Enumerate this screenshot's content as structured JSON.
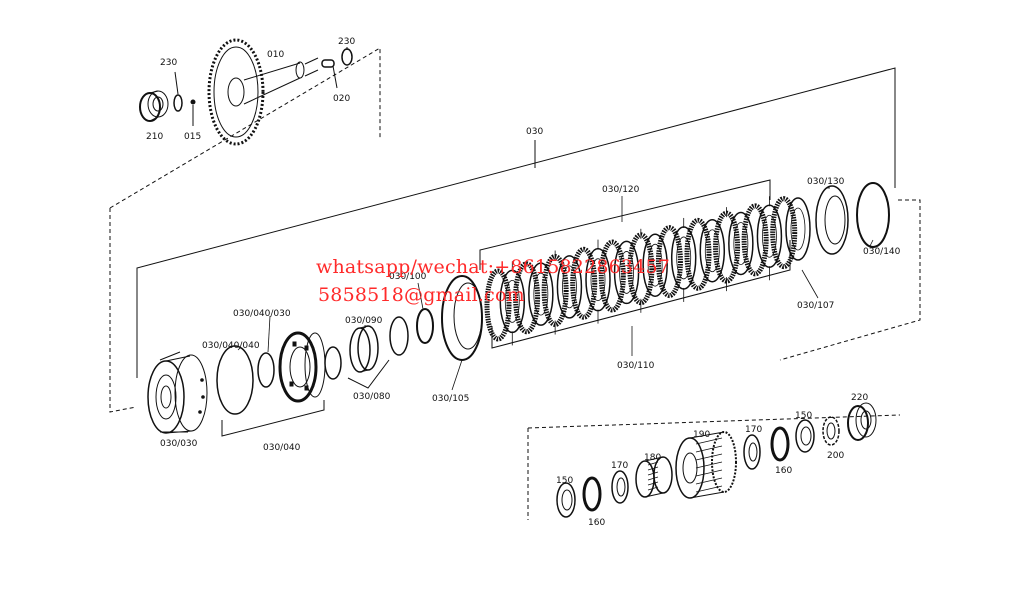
{
  "diagram": {
    "labels": {
      "l010": "010",
      "l015": "015",
      "l020": "020",
      "l210": "210",
      "l230a": "230",
      "l230b": "230",
      "l030": "030",
      "l030_030": "030/030",
      "l030_040": "030/040",
      "l030_040_030": "030/040/030",
      "l030_040_040": "030/040/040",
      "l030_080": "030/080",
      "l030_090": "030/090",
      "l030_100": "030/100",
      "l030_105": "030/105",
      "l030_107": "030/107",
      "l030_110": "030/110",
      "l030_120": "030/120",
      "l030_130": "030/130",
      "l030_140": "030/140",
      "l150a": "150",
      "l150b": "150",
      "l160a": "160",
      "l160b": "160",
      "l170a": "170",
      "l170b": "170",
      "l180": "180",
      "l190": "190",
      "l200": "200",
      "l220": "220"
    }
  },
  "watermark": {
    "line1": "whatsapp/wechat:+8615822863457",
    "line2": "5858518@gmail.com"
  }
}
